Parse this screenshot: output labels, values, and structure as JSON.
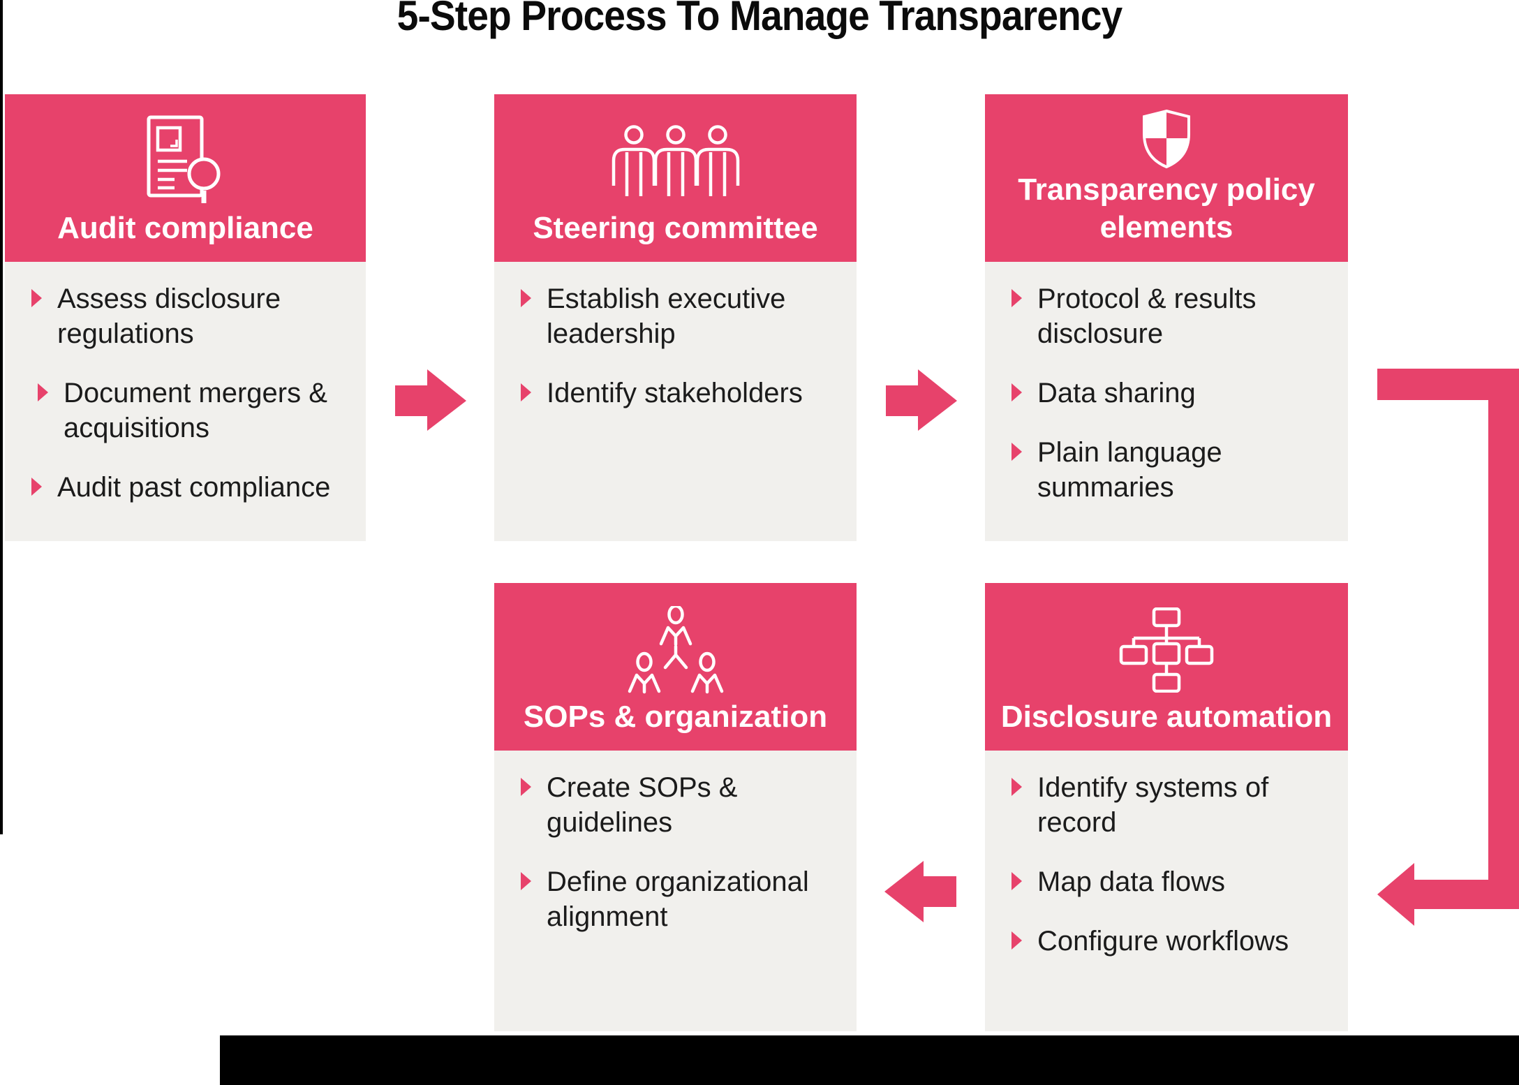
{
  "title": "5-Step Process To Manage Transparency",
  "colors": {
    "accent_pink": "#E7426B",
    "card_body_gray": "#F1F0ED",
    "text_black": "#1B1B1B",
    "bar_black": "#000000",
    "icon_white": "#FFFFFF"
  },
  "steps": [
    {
      "title": "Audit compliance",
      "icon": "document-magnifier-icon",
      "bullets": [
        "Assess disclosure regulations",
        "Document mergers & acquisitions",
        "Audit past compliance"
      ]
    },
    {
      "title": "Steering committee",
      "icon": "people-row-icon",
      "bullets": [
        "Establish executive leadership",
        "Identify stakeholders"
      ]
    },
    {
      "title": "Transparency policy elements",
      "icon": "shield-checker-icon",
      "bullets": [
        "Protocol & results disclosure",
        "Data sharing",
        "Plain language summaries"
      ]
    },
    {
      "title": "SOPs & organization",
      "icon": "org-chart-people-icon",
      "bullets": [
        "Create SOPs & guidelines",
        "Define organizational alignment"
      ]
    },
    {
      "title": "Disclosure automation",
      "icon": "flowchart-icon",
      "bullets": [
        "Identify systems of record",
        "Map data flows",
        "Configure workflows"
      ]
    }
  ],
  "connectors": {
    "arrow_1_2": "right-arrow",
    "arrow_2_3": "right-arrow",
    "elbow_3_5": "elbow-left-arrow",
    "arrow_5_4": "left-arrow"
  }
}
